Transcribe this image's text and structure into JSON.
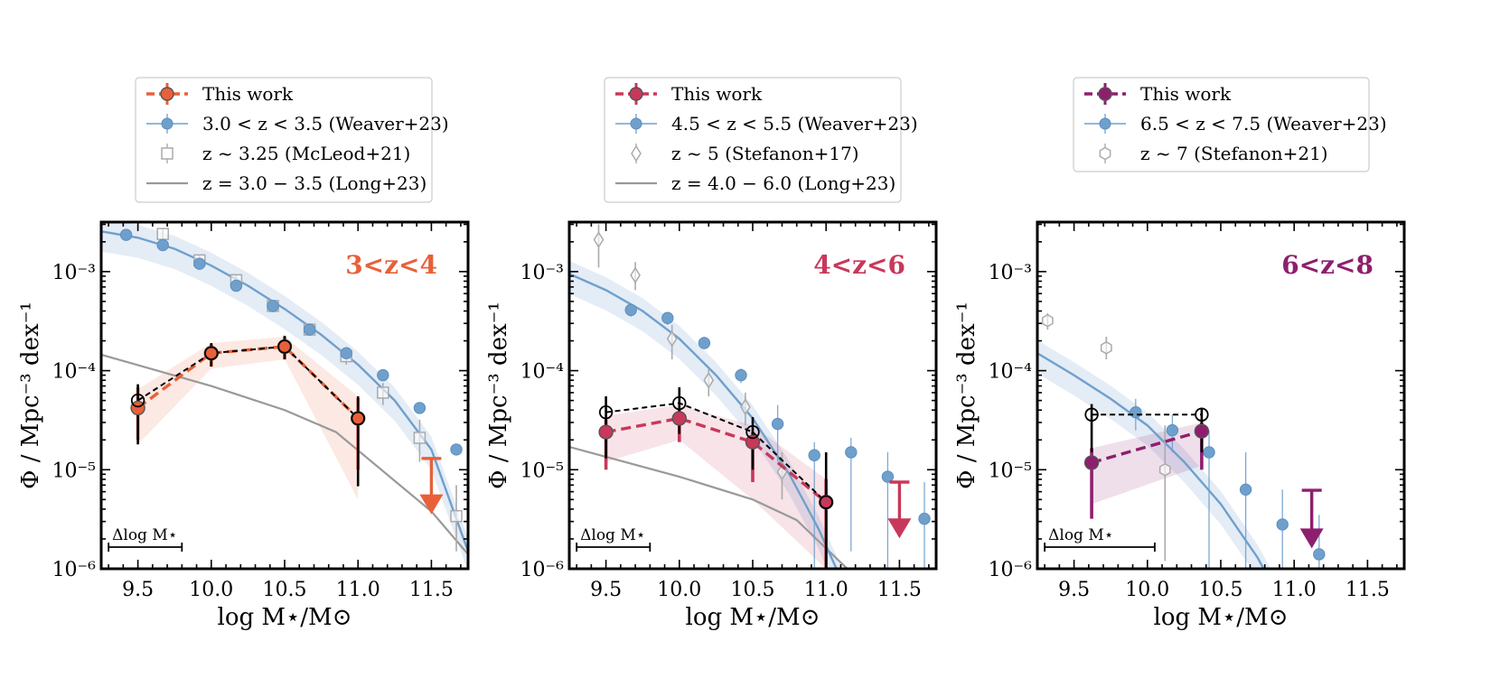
{
  "figure": {
    "x_label": "log M⋆/M⊙",
    "y_label": "Φ / Mpc⁻³ dex⁻¹",
    "delta_label": "Δlog M⋆"
  },
  "colors": {
    "panel1": "#e8603a",
    "panel2": "#c8385a",
    "panel3": "#8e1f6e",
    "weaver": "#6fa0cc",
    "weaver_band": "#dbe6f3",
    "comparison": "#aaaaaa",
    "long": "#999999",
    "black": "#000000"
  },
  "chart_data": [
    {
      "type": "scatter",
      "title": "3<z<4",
      "xlim": [
        9.25,
        11.75
      ],
      "ylim_log10": [
        -6,
        -2.5
      ],
      "x_ticks": [
        "9.5",
        "10.0",
        "10.5",
        "11.0",
        "11.5"
      ],
      "x_tick_values": [
        9.5,
        10.0,
        10.5,
        11.0,
        11.5
      ],
      "y_ticks": [
        "10⁻³",
        "10⁻⁴",
        "10⁻⁵",
        "10⁻⁶"
      ],
      "y_tick_values": [
        -3,
        -4,
        -5,
        -6
      ],
      "delta_logM": [
        9.3,
        9.8
      ],
      "legend": [
        {
          "label": "This work",
          "style": "this-work"
        },
        {
          "label": "3.0 < z < 3.5 (Weaver+23)",
          "style": "weaver"
        },
        {
          "label": "z ~ 3.25 (McLeod+21)",
          "style": "square"
        },
        {
          "label": "z = 3.0 − 3.5 (Long+23)",
          "style": "line"
        }
      ],
      "series": [
        {
          "name": "This work",
          "role": "this_work",
          "x": [
            9.5,
            10.0,
            10.5,
            11.0
          ],
          "y": [
            4.2e-05,
            0.00015,
            0.000175,
            3.3e-05
          ],
          "err_lo": [
            2e-05,
            0.00011,
            0.00013,
            1e-05
          ],
          "err_hi": [
            6.8e-05,
            0.000185,
            0.00022,
            5.3e-05
          ],
          "band_lo": [
            1.8e-05,
            0.000105,
            0.00013,
            5e-06
          ],
          "band_hi": [
            6.5e-05,
            0.00019,
            0.00022,
            5.5e-05
          ],
          "upper_limit": {
            "x": 11.5,
            "y": 1.3e-05,
            "arrow_to": 4.2e-06
          }
        },
        {
          "name": "This work (black)",
          "role": "black_open",
          "x": [
            9.5,
            10.0,
            10.5,
            11.0
          ],
          "y": [
            5e-05,
            0.00015,
            0.000175,
            3.3e-05
          ],
          "err_lo": [
            1.8e-05,
            0.00011,
            0.00013,
            6.8e-06
          ],
          "err_hi": [
            7.3e-05,
            0.00019,
            0.000225,
            5.5e-05
          ]
        },
        {
          "name": "3.0 < z < 3.5 (Weaver+23)",
          "role": "weaver",
          "x": [
            9.42,
            9.67,
            9.92,
            10.17,
            10.42,
            10.67,
            10.92,
            11.17,
            11.42,
            11.67
          ],
          "y": [
            0.00235,
            0.00185,
            0.0012,
            0.00072,
            0.00045,
            0.00026,
            0.00015,
            9e-05,
            4.2e-05,
            1.6e-05
          ]
        },
        {
          "name": "z ~ 3.25 (McLeod+21)",
          "role": "square",
          "x": [
            9.67,
            9.92,
            10.17,
            10.42,
            10.67,
            10.92,
            11.17,
            11.42,
            11.67
          ],
          "y": [
            0.0024,
            0.0013,
            0.00082,
            0.00045,
            0.00026,
            0.00014,
            6e-05,
            2.1e-05,
            3.4e-06
          ],
          "err_lo": [
            0.00215,
            0.00115,
            0.00072,
            0.00039,
            0.000225,
            0.000115,
            4.5e-05,
            1.2e-05,
            1.5e-06
          ],
          "err_hi": [
            0.0027,
            0.00145,
            0.00092,
            0.00051,
            0.000295,
            0.000165,
            7.5e-05,
            3.2e-05,
            7e-06
          ]
        },
        {
          "name": "z = 3.0 − 3.5 (Long+23)",
          "role": "long_line",
          "x": [
            9.25,
            10.0,
            10.5,
            10.85,
            11.5,
            11.75
          ],
          "y": [
            0.000145,
            7e-05,
            4e-05,
            2.4e-05,
            3.8e-06,
            1.4e-06
          ]
        }
      ],
      "weaver_fit": {
        "x": [
          9.25,
          9.5,
          9.75,
          10.0,
          10.25,
          10.5,
          10.75,
          11.0,
          11.25,
          11.5,
          11.75
        ],
        "y": [
          0.00255,
          0.0022,
          0.0017,
          0.00115,
          0.00072,
          0.00042,
          0.00023,
          0.000115,
          5e-05,
          1.6e-05,
          1.5e-06
        ]
      }
    },
    {
      "type": "scatter",
      "title": "4<z<6",
      "xlim": [
        9.25,
        11.75
      ],
      "ylim_log10": [
        -6,
        -2.5
      ],
      "x_ticks": [
        "9.5",
        "10.0",
        "10.5",
        "11.0",
        "11.5"
      ],
      "x_tick_values": [
        9.5,
        10.0,
        10.5,
        11.0,
        11.5
      ],
      "y_ticks": [
        "10⁻³",
        "10⁻⁴",
        "10⁻⁵",
        "10⁻⁶"
      ],
      "y_tick_values": [
        -3,
        -4,
        -5,
        -6
      ],
      "delta_logM": [
        9.3,
        9.8
      ],
      "legend": [
        {
          "label": "This work",
          "style": "this-work"
        },
        {
          "label": "4.5 < z < 5.5 (Weaver+23)",
          "style": "weaver"
        },
        {
          "label": "z ~ 5 (Stefanon+17)",
          "style": "diamond"
        },
        {
          "label": "z = 4.0 − 6.0 (Long+23)",
          "style": "line"
        }
      ],
      "series": [
        {
          "name": "This work",
          "role": "this_work",
          "x": [
            9.5,
            10.0,
            10.5,
            11.0
          ],
          "y": [
            2.4e-05,
            3.3e-05,
            1.9e-05,
            4.7e-06
          ],
          "err_lo": [
            1e-05,
            1.9e-05,
            7.5e-06,
            1e-06
          ],
          "err_hi": [
            3.2e-05,
            4e-05,
            2.4e-05,
            8e-06
          ],
          "band_lo": [
            1.2e-05,
            2e-05,
            5e-06,
            1e-06
          ],
          "band_hi": [
            3.5e-05,
            4.5e-05,
            2.8e-05,
            8e-06
          ],
          "upper_limit": {
            "x": 11.5,
            "y": 7.5e-06,
            "arrow_to": 2.4e-06
          }
        },
        {
          "name": "This work (black)",
          "role": "black_open",
          "x": [
            9.5,
            10.0,
            10.5,
            11.0
          ],
          "y": [
            3.8e-05,
            4.7e-05,
            2.4e-05,
            4.7e-06
          ],
          "err_lo": [
            1.3e-05,
            2.3e-05,
            1e-05,
            1e-06
          ],
          "err_hi": [
            5.5e-05,
            6.8e-05,
            3.4e-05,
            1.5e-05
          ]
        },
        {
          "name": "4.5 < z < 5.5 (Weaver+23)",
          "role": "weaver",
          "x": [
            9.67,
            9.92,
            10.17,
            10.42,
            10.67,
            10.92,
            11.17,
            11.42,
            11.67
          ],
          "y": [
            0.00041,
            0.00034,
            0.00019,
            9e-05,
            2.9e-05,
            1.4e-05,
            1.5e-05,
            8.5e-06,
            3.2e-06
          ],
          "err_lo": [
            0.00035,
            0.00029,
            0.000165,
            7.5e-05,
            1.2e-05,
            1e-06,
            1.5e-06,
            1e-06,
            1e-06
          ],
          "err_hi": [
            0.00046,
            0.00039,
            0.00022,
            0.000105,
            4.5e-05,
            1.9e-05,
            2.1e-05,
            1.5e-05,
            7.5e-06
          ]
        },
        {
          "name": "z ~ 5 (Stefanon+17)",
          "role": "diamond",
          "x": [
            9.45,
            9.7,
            9.95,
            10.2,
            10.45,
            10.7
          ],
          "y": [
            0.0021,
            0.00092,
            0.00021,
            8e-05,
            4.3e-05,
            9.5e-06
          ],
          "err_lo": [
            0.0011,
            0.00065,
            0.00013,
            5.5e-05,
            2.8e-05,
            5e-06
          ],
          "err_hi": [
            0.003,
            0.00125,
            0.00029,
            0.000105,
            6e-05,
            1.5e-05
          ]
        },
        {
          "name": "z = 4.0 − 6.0 (Long+23)",
          "role": "long_line",
          "x": [
            9.25,
            10.0,
            10.5,
            10.8,
            11.3
          ],
          "y": [
            1.7e-05,
            8.5e-06,
            5e-06,
            3.1e-06,
            6e-07
          ]
        }
      ],
      "weaver_fit": {
        "x": [
          9.25,
          9.5,
          9.75,
          10.0,
          10.25,
          10.5,
          10.75,
          10.95,
          11.1,
          11.2
        ],
        "y": [
          0.00095,
          0.00065,
          0.0004,
          0.00021,
          9e-05,
          3.3e-05,
          9e-06,
          2.5e-06,
          8e-07,
          4e-07
        ]
      }
    },
    {
      "type": "scatter",
      "title": "6<z<8",
      "xlim": [
        9.25,
        11.75
      ],
      "ylim_log10": [
        -6,
        -2.5
      ],
      "x_ticks": [
        "9.5",
        "10.0",
        "10.5",
        "11.0",
        "11.5"
      ],
      "x_tick_values": [
        9.5,
        10.0,
        10.5,
        11.0,
        11.5
      ],
      "y_ticks": [
        "10⁻³",
        "10⁻⁴",
        "10⁻⁵",
        "10⁻⁶"
      ],
      "y_tick_values": [
        -3,
        -4,
        -5,
        -6
      ],
      "delta_logM": [
        9.3,
        10.05
      ],
      "legend": [
        {
          "label": "This work",
          "style": "this-work"
        },
        {
          "label": "6.5 < z < 7.5 (Weaver+23)",
          "style": "weaver"
        },
        {
          "label": "z ~ 7 (Stefanon+21)",
          "style": "hexagon"
        }
      ],
      "series": [
        {
          "name": "This work",
          "role": "this_work",
          "x": [
            9.62,
            10.37
          ],
          "y": [
            1.18e-05,
            2.45e-05
          ],
          "err_lo": [
            3.2e-06,
            1e-05
          ],
          "err_hi": [
            1.65e-05,
            3e-05
          ],
          "band_lo": [
            4.5e-06,
            1.1e-05
          ],
          "band_hi": [
            1.65e-05,
            3e-05
          ],
          "upper_limit": {
            "x": 11.12,
            "y": 6.2e-06,
            "arrow_to": 1.9e-06
          }
        },
        {
          "name": "This work (black)",
          "role": "black_open",
          "x": [
            9.62,
            10.37
          ],
          "y": [
            3.6e-05,
            3.6e-05
          ],
          "err_lo": [
            1.5e-05,
            1.5e-05
          ],
          "err_hi": [
            4.6e-05,
            4.2e-05
          ]
        },
        {
          "name": "6.5 < z < 7.5 (Weaver+23)",
          "role": "weaver",
          "x": [
            9.92,
            10.17,
            10.42,
            10.67,
            10.92,
            11.17
          ],
          "y": [
            3.8e-05,
            2.5e-05,
            1.5e-05,
            6.3e-06,
            2.8e-06,
            1.4e-06
          ],
          "err_lo": [
            2.5e-05,
            1.5e-05,
            1e-06,
            1e-06,
            1e-06,
            1e-06
          ],
          "err_hi": [
            5.2e-05,
            3.6e-05,
            2.5e-05,
            1.5e-05,
            6.3e-06,
            3.5e-06
          ]
        },
        {
          "name": "z ~ 7 (Stefanon+21)",
          "role": "hexagon",
          "x": [
            9.32,
            9.72,
            10.12
          ],
          "y": [
            0.00032,
            0.00017,
            1e-05
          ],
          "err_lo": [
            0.00026,
            0.00013,
            1.2e-06
          ],
          "err_hi": [
            0.00038,
            0.00022,
            2.8e-05
          ]
        }
      ],
      "weaver_fit": {
        "x": [
          9.25,
          9.5,
          9.75,
          10.0,
          10.25,
          10.5,
          10.75,
          10.85
        ],
        "y": [
          0.00015,
          9e-05,
          5.2e-05,
          2.8e-05,
          1.2e-05,
          4.5e-06,
          1.3e-06,
          7e-07
        ]
      }
    }
  ]
}
